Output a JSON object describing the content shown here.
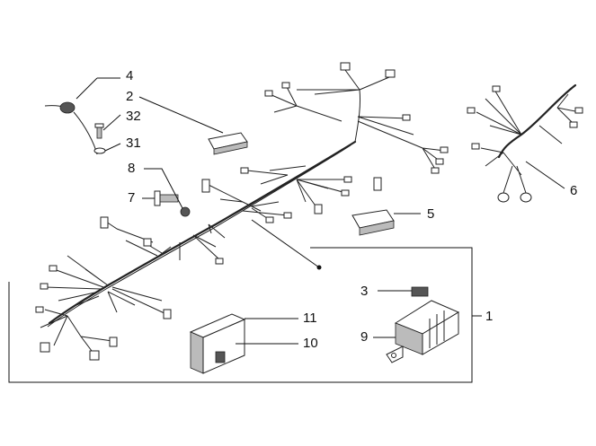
{
  "callouts": [
    {
      "id": "4",
      "label": "4"
    },
    {
      "id": "2",
      "label": "2"
    },
    {
      "id": "32",
      "label": "32"
    },
    {
      "id": "31",
      "label": "31"
    },
    {
      "id": "8",
      "label": "8"
    },
    {
      "id": "7",
      "label": "7"
    },
    {
      "id": "6",
      "label": "6"
    },
    {
      "id": "5",
      "label": "5"
    },
    {
      "id": "1",
      "label": "1"
    },
    {
      "id": "3",
      "label": "3"
    },
    {
      "id": "9",
      "label": "9"
    },
    {
      "id": "11",
      "label": "11"
    },
    {
      "id": "10",
      "label": "10"
    }
  ]
}
